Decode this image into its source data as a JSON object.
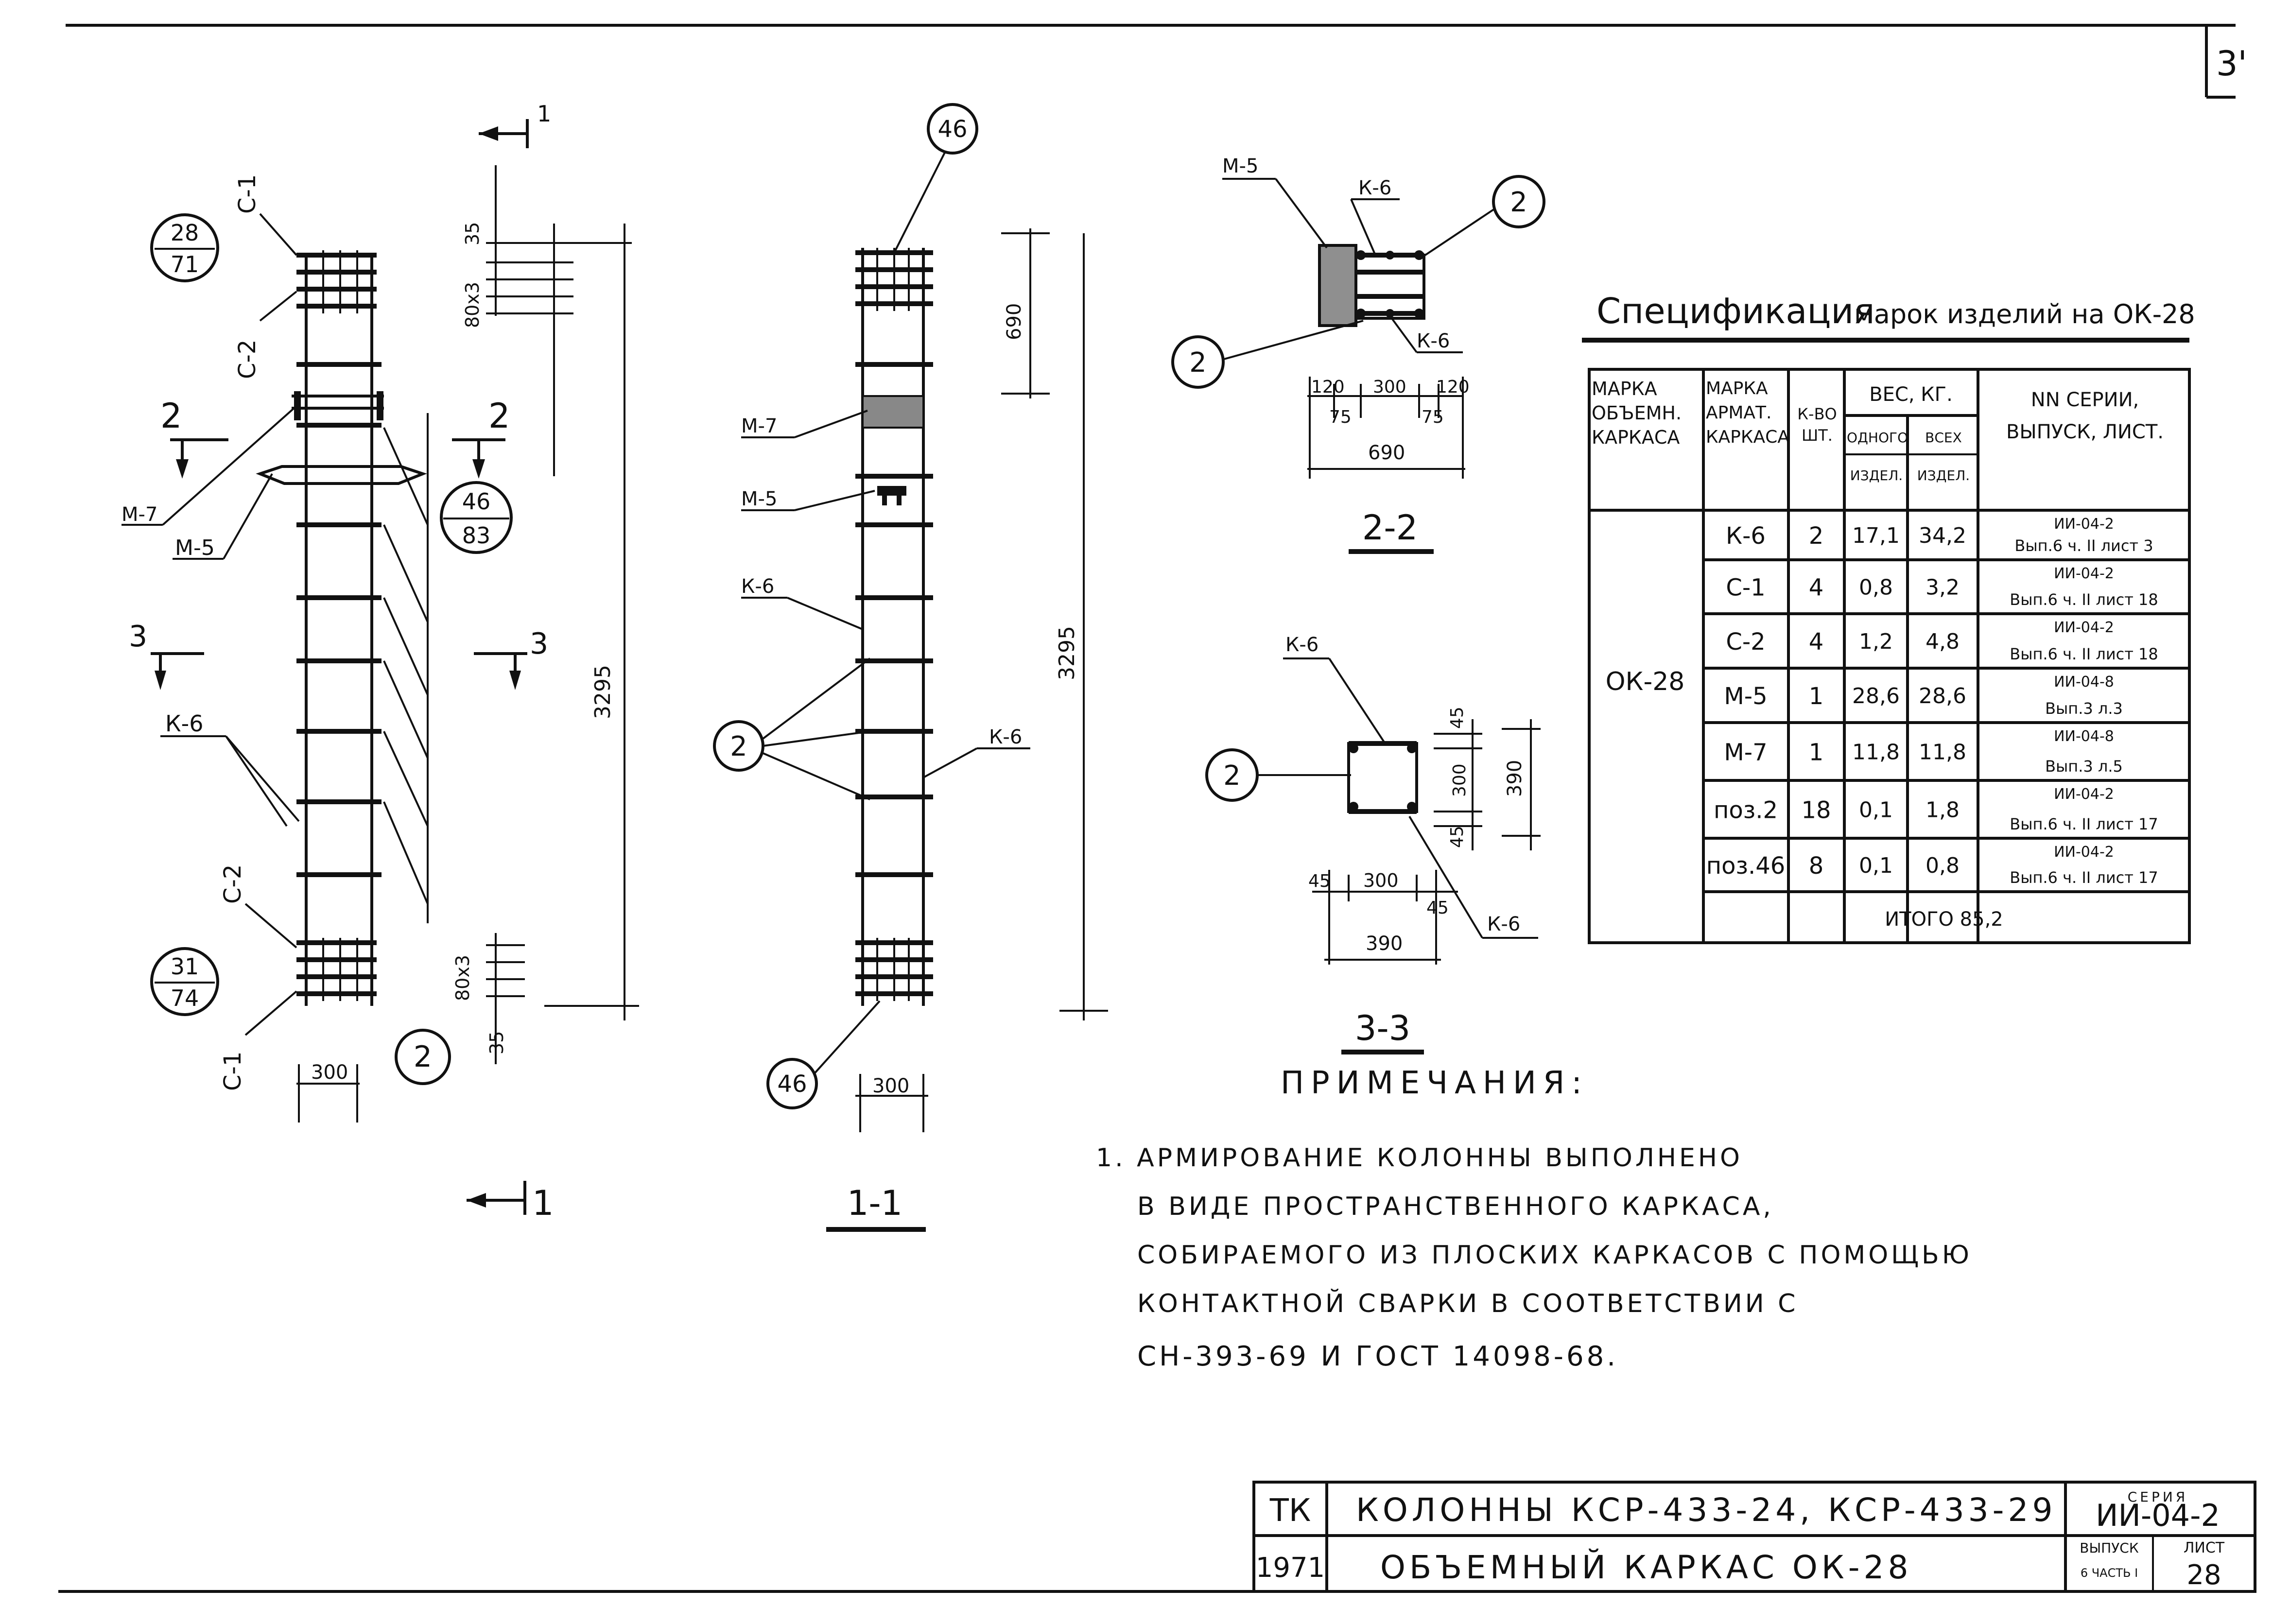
{
  "sheet_corner": "3'",
  "view_elevation": {
    "labels": {
      "c1_top": "С-1",
      "c2_top": "С-2",
      "c2_bot": "С-2",
      "c1_bot": "С-1",
      "m5": "М-5",
      "m7": "М-7",
      "k6": "К-6"
    },
    "dims": {
      "top_35": "35",
      "top_80": "80х3",
      "total": "3295",
      "bot_80": "80х3",
      "bot_35": "35",
      "width": "300"
    },
    "callout_top": {
      "num": "28",
      "den": "71"
    },
    "callout_mid": {
      "num": "46",
      "den": "83"
    },
    "callout_bot": {
      "num": "31",
      "den": "74"
    },
    "bubble_2": "2",
    "section_cuts": {
      "cut1": "1",
      "cut2": "2",
      "cut3": "3"
    }
  },
  "view_1_1": {
    "title": "1-1",
    "labels": {
      "m7": "М-7",
      "m5": "М-5",
      "k6_left": "К-6",
      "k6_right": "К-6"
    },
    "dims": {
      "top": "690",
      "total": "3295",
      "width": "300"
    },
    "bubble_46_top": "46",
    "bubble_46_bot": "46",
    "bubble_2": "2"
  },
  "view_2_2": {
    "title": "2-2",
    "labels": {
      "m5": "М-5",
      "k6_top": "К-6",
      "k6_bot": "К-6"
    },
    "dims": {
      "a": "120",
      "b": "300",
      "c": "120",
      "d": "75",
      "e": "75",
      "total": "690"
    },
    "bubble_left": "2",
    "bubble_right": "2"
  },
  "view_3_3": {
    "title": "3-3",
    "labels": {
      "k6_top": "К-6",
      "k6_bot": "К-6"
    },
    "dims": {
      "v45_top": "45",
      "v300": "300",
      "v45_bot": "45",
      "v390": "390",
      "h45_l": "45",
      "h300": "300",
      "h45_r": "45",
      "h390": "390"
    },
    "bubble": "2"
  },
  "spec": {
    "title": "Спецификация",
    "subtitle": "марок изделий на ОК-28",
    "headers": {
      "c1": "Марка объемн. каркаса",
      "c2": "Марка армат. каркаса",
      "c3": "К-во шт.",
      "c45": "Вес, кг.",
      "c4": "одного издел.",
      "c5": "всех издел.",
      "c6": "NN серии, Выпуск, лист."
    },
    "group": "ОК-28",
    "rows": [
      {
        "mark": "К-6",
        "qty": "2",
        "one": "17,1",
        "all": "34,2",
        "ser": "ИИ-04-2",
        "ref": "Вып.6 ч. II лист 3"
      },
      {
        "mark": "С-1",
        "qty": "4",
        "one": "0,8",
        "all": "3,2",
        "ser": "ИИ-04-2",
        "ref": "Вып.6 ч. II лист 18"
      },
      {
        "mark": "С-2",
        "qty": "4",
        "one": "1,2",
        "all": "4,8",
        "ser": "ИИ-04-2",
        "ref": "Вып.6 ч. II лист 18"
      },
      {
        "mark": "М-5",
        "qty": "1",
        "one": "28,6",
        "all": "28,6",
        "ser": "ИИ-04-8",
        "ref": "Вып.3 л.3"
      },
      {
        "mark": "М-7",
        "qty": "1",
        "one": "11,8",
        "all": "11,8",
        "ser": "ИИ-04-8",
        "ref": "Вып.3 л.5"
      },
      {
        "mark": "поз.2",
        "qty": "18",
        "one": "0,1",
        "all": "1,8",
        "ser": "ИИ-04-2",
        "ref": "Вып.6 ч. II лист 17"
      },
      {
        "mark": "поз.46",
        "qty": "8",
        "one": "0,1",
        "all": "0,8",
        "ser": "ИИ-04-2",
        "ref": "Вып.6 ч. II лист 17"
      }
    ],
    "total": "итого 85,2"
  },
  "notes": {
    "title": "Примечания:",
    "lines": [
      "1. Армирование колонны выполнено",
      "в виде пространственного каркаса,",
      "собираемого из плоских каркасов с помощью",
      "контактной сварки в соответствии с",
      "СН-393-69 и ГОСТ 14098-68."
    ]
  },
  "titleblock": {
    "tk": "ТК",
    "year": "1971",
    "line1": "Колонны КСР-433-24, КСР-433-29",
    "line2": "Объемный каркас ОК-28",
    "series_label": "серия",
    "series": "ИИ-04-2",
    "issue_label": "выпуск",
    "issue_value": "6 часть I",
    "sheet_label": "лист",
    "sheet": "28"
  }
}
